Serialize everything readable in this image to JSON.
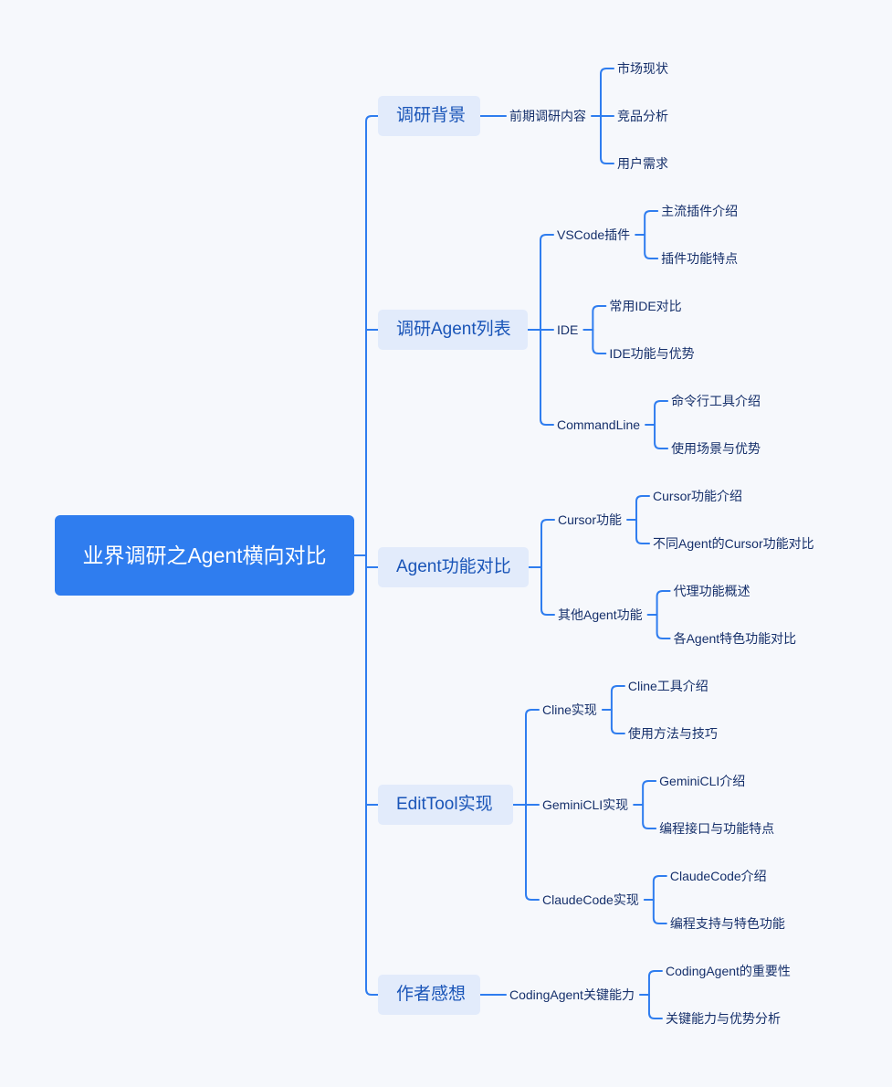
{
  "mindmap": {
    "root": "业界调研之Agent横向对比",
    "branches": [
      {
        "label": "调研背景",
        "children": [
          {
            "label": "前期调研内容",
            "children": [
              "市场现状",
              "竞品分析",
              "用户需求"
            ]
          }
        ]
      },
      {
        "label": "调研Agent列表",
        "children": [
          {
            "label": "VSCode插件",
            "children": [
              "主流插件介绍",
              "插件功能特点"
            ]
          },
          {
            "label": "IDE",
            "children": [
              "常用IDE对比",
              "IDE功能与优势"
            ]
          },
          {
            "label": "CommandLine",
            "children": [
              "命令行工具介绍",
              "使用场景与优势"
            ]
          }
        ]
      },
      {
        "label": "Agent功能对比",
        "children": [
          {
            "label": "Cursor功能",
            "children": [
              "Cursor功能介绍",
              "不同Agent的Cursor功能对比"
            ]
          },
          {
            "label": "其他Agent功能",
            "children": [
              "代理功能概述",
              "各Agent特色功能对比"
            ]
          }
        ]
      },
      {
        "label": "EditTool实现",
        "children": [
          {
            "label": "Cline实现",
            "children": [
              "Cline工具介绍",
              "使用方法与技巧"
            ]
          },
          {
            "label": "GeminiCLI实现",
            "children": [
              "GeminiCLI介绍",
              "编程接口与功能特点"
            ]
          },
          {
            "label": "ClaudeCode实现",
            "children": [
              "ClaudeCode介绍",
              "编程支持与特色功能"
            ]
          }
        ]
      },
      {
        "label": "作者感想",
        "children": [
          {
            "label": "CodingAgent关键能力",
            "children": [
              "CodingAgent的重要性",
              "关键能力与优势分析"
            ]
          }
        ]
      }
    ]
  },
  "colors": {
    "line": "#2f7def",
    "root_bg": "#2f7def",
    "branch_bg": "#e2ebfb",
    "branch_text": "#1a55b8",
    "leaf_text": "#16306b",
    "background": "#f6f8fc"
  }
}
